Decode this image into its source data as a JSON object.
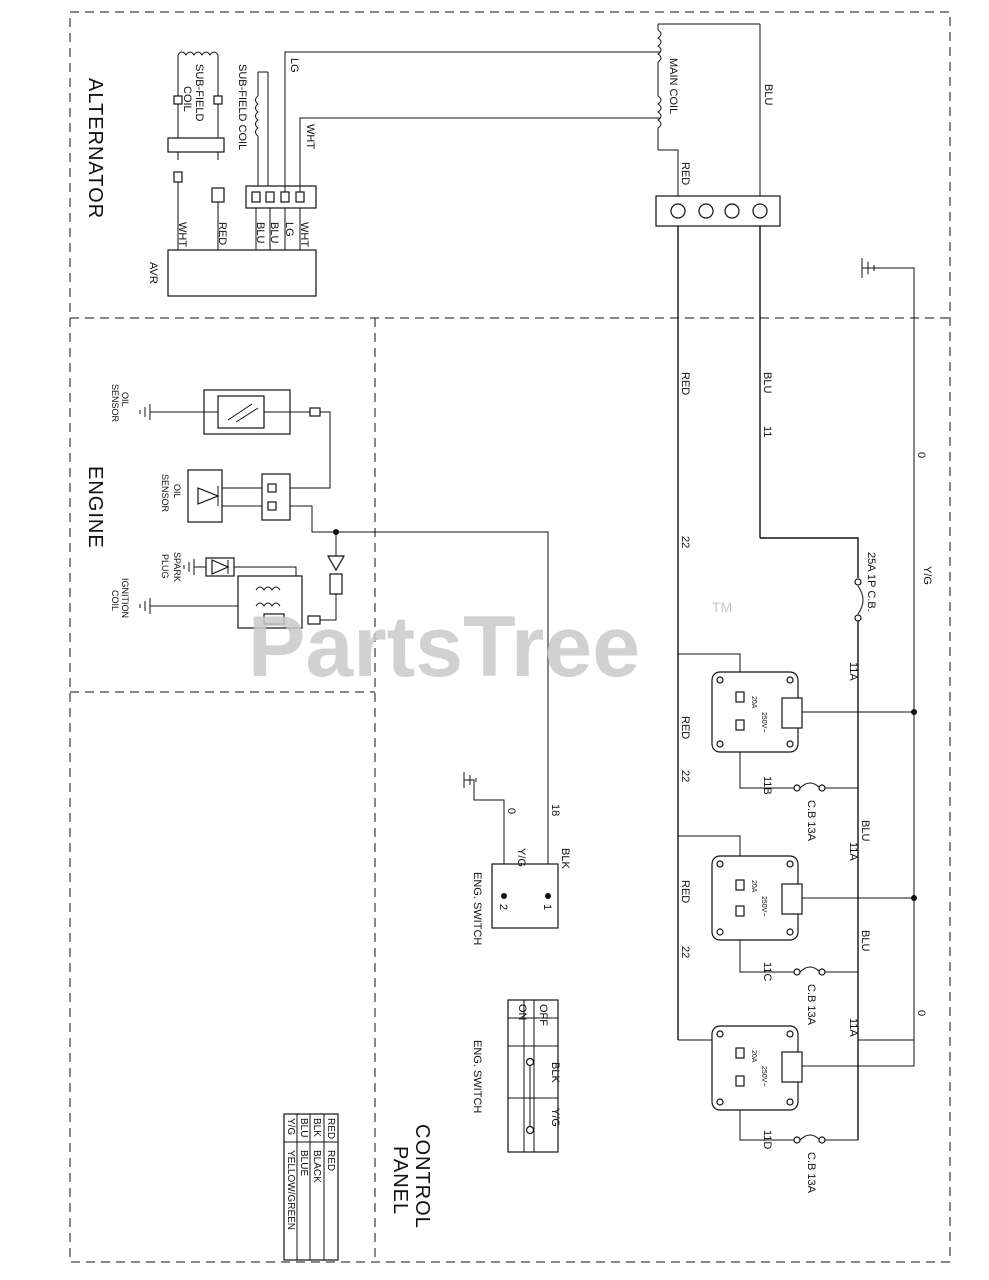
{
  "sections": {
    "alternator": "ALTERNATOR",
    "engine": "ENGINE",
    "control_panel_l1": "CONTROL",
    "control_panel_l2": "PANEL"
  },
  "components": {
    "sub_field_coil_1_l1": "SUB-FIELD",
    "sub_field_coil_1_l2": "COIL",
    "sub_field_coil_2": "SUB-FIELD COIL",
    "main_coil": "MAIN COIL",
    "avr": "AVR",
    "oil_sensor_1_l1": "OIL",
    "oil_sensor_1_l2": "SENSOR",
    "oil_sensor_2_l1": "OIL",
    "oil_sensor_2_l2": "SENSOR",
    "spark_plug_l1": "SPARK",
    "spark_plug_l2": "PLUG",
    "ignition_coil_l1": "IGNITION",
    "ignition_coil_l2": "COIL",
    "eng_switch": "ENG. SWITCH",
    "eng_switch_table_title": "ENG. SWITCH",
    "breaker_main": "25A 1P C.B.",
    "breaker_13a": "C.B 13A",
    "outlet_rating_1": "20A",
    "outlet_rating_2": "250V~"
  },
  "wire_labels": {
    "lg": "LG",
    "wht": "WHT",
    "red": "RED",
    "blu": "BLU",
    "blk": "BLK",
    "yg": "Y/G",
    "lg2": "LG",
    "n11": "11",
    "n22": "22",
    "n0": "0",
    "n18": "18",
    "n11a": "11A",
    "n11b": "11B",
    "n11c": "11C",
    "n11d": "11D",
    "pin1": "1",
    "pin2": "2"
  },
  "switch_table": {
    "headers": [
      "BLK",
      "Y/G"
    ],
    "rows": [
      "OFF",
      "ON"
    ]
  },
  "legend": [
    {
      "code": "RED",
      "name": "RED"
    },
    {
      "code": "BLK",
      "name": "BLACK"
    },
    {
      "code": "BLU",
      "name": "BLUE"
    },
    {
      "code": "Y/G",
      "name": "YELLOW/GREEN"
    }
  ],
  "watermark": {
    "text": "PartsTree",
    "tm": "TM"
  }
}
